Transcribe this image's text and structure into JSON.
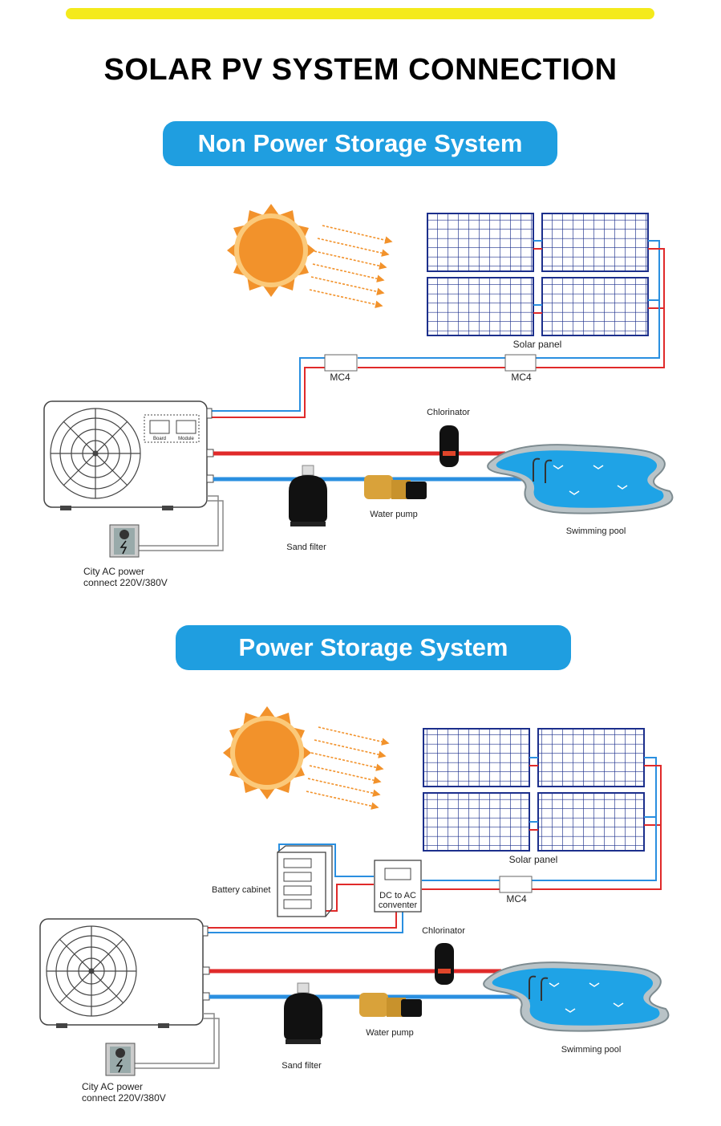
{
  "title": "SOLAR PV SYSTEM CONNECTION",
  "sections": [
    {
      "heading": "Non Power Storage System",
      "labels": {
        "solar_panel": "Solar panel",
        "mc4_a": "MC4",
        "mc4_b": "MC4",
        "chlorinator": "Chlorinator",
        "water_pump": "Water pump",
        "sand_filter": "Sand filter",
        "swimming_pool": "Swimming pool",
        "city_power_1": "City AC power",
        "city_power_2": "connect 220V/380V",
        "board": "Board",
        "module": "Module"
      }
    },
    {
      "heading": "Power Storage System",
      "labels": {
        "solar_panel": "Solar panel",
        "mc4": "MC4",
        "battery_cabinet": "Battery cabinet",
        "converter_1": "DC to AC",
        "converter_2": "conventer",
        "chlorinator": "Chlorinator",
        "water_pump": "Water pump",
        "sand_filter": "Sand filter",
        "swimming_pool": "Swimming pool",
        "city_power_1": "City AC power",
        "city_power_2": "connect 220V/380V"
      }
    }
  ],
  "colors": {
    "accent_bar": "#f4ea1c",
    "heading_pill": "#1f9ee0",
    "hot_pipe": "#e02a2a",
    "cold_pipe": "#2a8fe0",
    "sun": "#f2922b",
    "panel_grid": "#1c2f8c",
    "pool_water": "#1fa3e6"
  }
}
